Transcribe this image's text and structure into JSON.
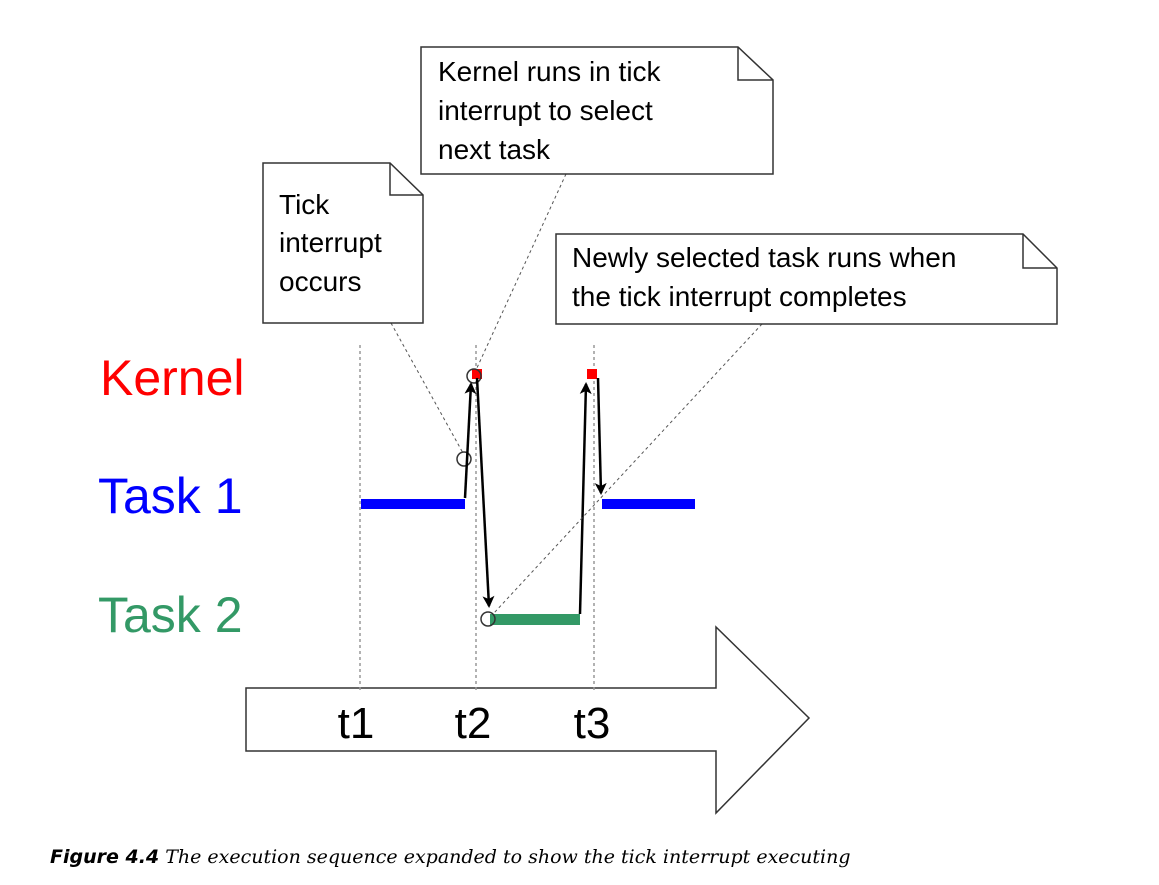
{
  "rows": {
    "kernel": "Kernel",
    "task1": "Task 1",
    "task2": "Task 2"
  },
  "time_axis": {
    "ticks": [
      "t1",
      "t2",
      "t3"
    ]
  },
  "notes": {
    "tick_interrupt": [
      "Tick",
      "interrupt",
      "occurs"
    ],
    "kernel_runs": [
      "Kernel runs in tick",
      "interrupt to select",
      "next task"
    ],
    "newly_selected": [
      "Newly selected task runs when",
      "the tick interrupt completes"
    ]
  },
  "caption": {
    "label": "Figure 4.4",
    "text": " The execution sequence expanded to show the tick interrupt executing"
  },
  "colors": {
    "kernel": "#ff0000",
    "task1": "#0000ff",
    "task2": "#339966"
  }
}
